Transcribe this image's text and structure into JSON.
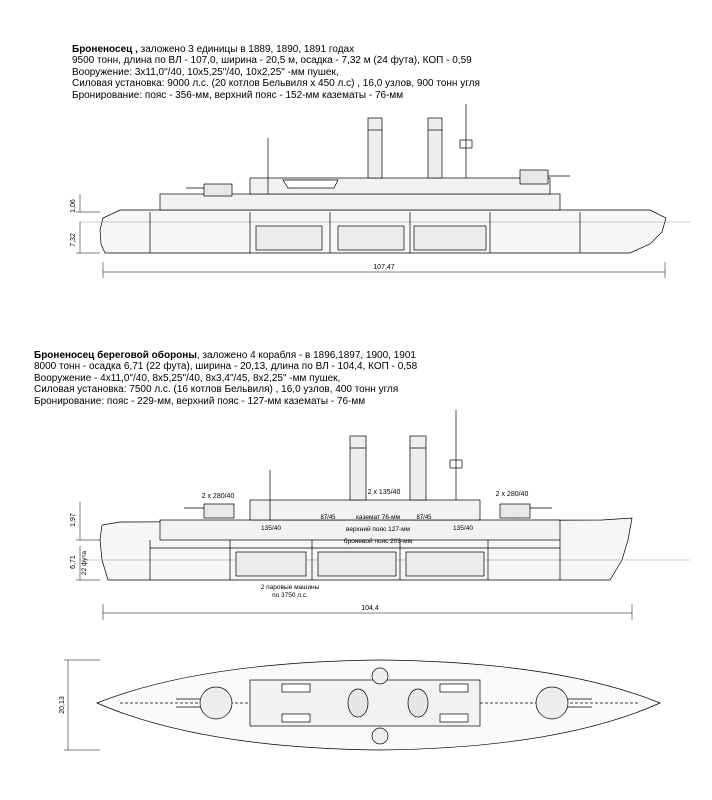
{
  "spec_top": {
    "name": "Броненосец ,",
    "name_rest": " заложено 3 единицы в 1889, 1890, 1891 годах",
    "lines": [
      "9500 тонн, длина по ВЛ - 107,0, ширина - 20,5 м, осадка - 7,32 м (24 фута), КОП - 0,59",
      "Вооружение: 3х11,0\"/40, 10х5,25\"/40, 10х2,25\" -мм пушек,",
      "Силовая установка: 9000 л.с. (20 котлов Бельвиля х 450 л.с) , 16,0 узлов, 900 тонн угля",
      "Бронирование: пояс - 356-мм, верхний пояс - 152-мм казематы - 76-мм"
    ]
  },
  "spec_bottom": {
    "name": "Броненосец береговой обороны",
    "name_rest": ", заложено 4 корабля - в 1896,1897, 1900, 1901",
    "lines": [
      "8000 тонн - осадка 6,71 (22 фута), ширина - 20,13, длина по ВЛ - 104,4, КОП - 0,58",
      "Вооружение - 4х11,0\"/40, 8х5,25\"/40, 8х3,4\"/45, 8х2,25\" -мм пушек,",
      "Силовая установка: 7500 л.с. (16 котлов Бельвиля) , 16,0 узлов, 400 тонн угля",
      "Бронирование: пояс - 229-мм, верхний пояс - 127-мм казематы - 76-мм"
    ]
  },
  "drawing_top": {
    "dim_freeboard": "1,06",
    "dim_draught": "7,32",
    "dim_length": "107,47"
  },
  "drawing_bottom": {
    "label_main_fore": "2 x 280/40",
    "label_main_aft": "2 x 280/40",
    "label_mid": "2 x 135/40",
    "label_sec_fore": "135/40",
    "label_sec_aft": "135/40",
    "label_gun_a": "87/45",
    "label_gun_b": "87/45",
    "label_casemate": "каземат 76-мм",
    "label_upper_belt": "верхний пояс 127-мм",
    "label_belt": "броневой пояс 203-мм",
    "label_engines_1": "2 паровые машины",
    "label_engines_2": "по 3750 л.с.",
    "dim_freeboard": "1,97",
    "dim_draught": "6,71",
    "dim_draught_ft": "22 фута",
    "dim_length": "104,4"
  },
  "drawing_plan": {
    "dim_beam": "20,13"
  }
}
